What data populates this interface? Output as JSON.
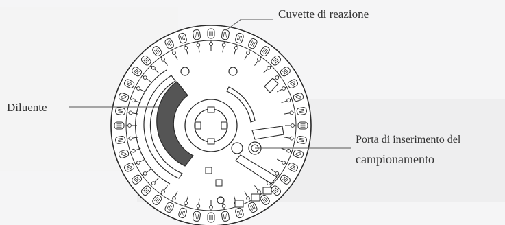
{
  "labels": {
    "cuvette": "Cuvette di reazione",
    "diluent": "Diluente",
    "port_line1": "Porta di inserimento del",
    "port_line2": "campionamento"
  },
  "colors": {
    "background": "#f6f6f7",
    "band": "#eeeeef",
    "rotor_face": "#ffffff",
    "stroke": "#2a2a2a",
    "diluent_fill": "#555555",
    "leader": "#555555",
    "text": "#333333"
  },
  "rotor": {
    "cuvette_count": 40
  }
}
